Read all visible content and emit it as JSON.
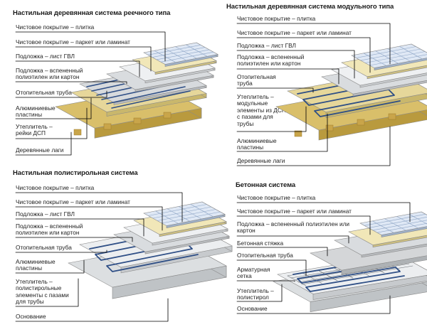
{
  "panels": [
    {
      "title": "Настильная деревянная система реечного типа",
      "labels": [
        "Чистовое покрытие – плитка",
        "Чистовое покрытие – паркет или ламинат",
        "Подложка – лист ГВЛ",
        "Подложка – вспененный полиэтилен или картон",
        "Отопительная труба",
        "Алюминиевые пластины",
        "Утеплитель – рейки ДСП",
        "Деревянные лаги"
      ]
    },
    {
      "title": "Настильная деревянная система модульного типа",
      "labels": [
        "Чистовое покрытие – плитка",
        "Чистовое покрытие – паркет или ламинат",
        "Подложка – лист ГВЛ",
        "Подложка – вспененный полиэтилен или картон",
        "Отопительная труба",
        "Утеплитель – модульные элементы из ДСП с пазами для трубы",
        "Алюминиевые пластины",
        "Деревянные лаги"
      ]
    },
    {
      "title": "Настильная полистирольная система",
      "labels": [
        "Чистовое покрытие – плитка",
        "Чистовое покрытие – паркет или ламинат",
        "Подложка – лист ГВЛ",
        "Подложка – вспененный полиэтилен или картон",
        "Отопительная труба",
        "Алюминиевые пластины",
        "Утеплитель – полистирольные элементы с пазами для трубы",
        "Основание"
      ]
    },
    {
      "title": "Бетонная система",
      "labels": [
        "Чистовое покрытие – плитка",
        "Чистовое покрытие – паркет или ламинат",
        "Подложка – вспененный полиэтилен или картон",
        "Бетонная стяжка",
        "Отопительная труба",
        "Арматурная сетка",
        "Утеплитель – полистирол",
        "Основание"
      ]
    }
  ],
  "colors": {
    "tile": "#dfe8f5",
    "tile_grid": "#8fa6c6",
    "laminate": "#f1e7b8",
    "sheet": "#eef0f2",
    "foam": "#d9dcdf",
    "wood": "#d9bf6a",
    "wood_dark": "#b99a3e",
    "pipe": "#2f4f86",
    "base": "#bfc3c6",
    "concrete": "#d4d6d8",
    "leader": "#000000"
  },
  "icons": [
    "leader-line",
    "layer-stack"
  ]
}
